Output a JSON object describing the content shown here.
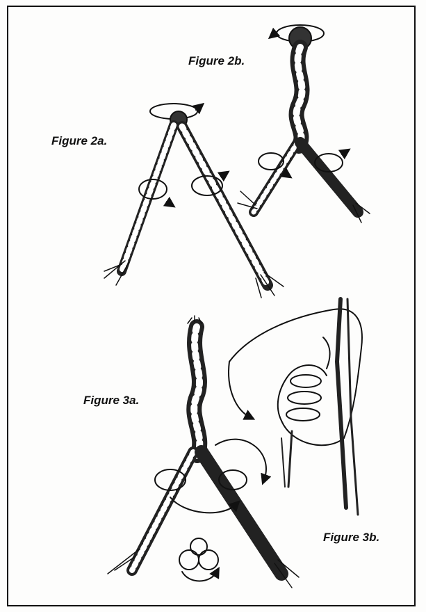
{
  "figures": [
    {
      "id": "2a",
      "label": "Figure 2a."
    },
    {
      "id": "2b",
      "label": "Figure 2b."
    },
    {
      "id": "3a",
      "label": "Figure 3a."
    },
    {
      "id": "3b",
      "label": "Figure 3b."
    }
  ],
  "colors": {
    "ink": "#111111",
    "paper": "#fdfdfc"
  }
}
